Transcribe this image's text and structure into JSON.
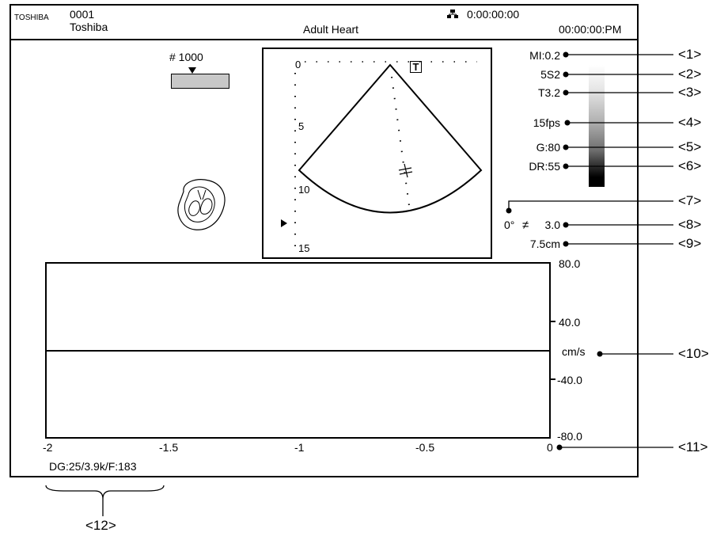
{
  "header": {
    "maker": "TOSHIBA",
    "patient_id": "0001",
    "patient_name": "Toshiba",
    "preset": "Adult Heart",
    "timer": "0:00:00:00",
    "clock": "00:00:00:PM"
  },
  "frame_marker": {
    "label": "# 1000"
  },
  "sector": {
    "depth_ticks": [
      "0",
      "5",
      "10",
      "15"
    ],
    "probe_mark": "T"
  },
  "params": {
    "mi": "MI:0.2",
    "probe": "5S2",
    "thi": "T3.2",
    "fps": "15fps",
    "gain": "G:80",
    "dr": "DR:55",
    "angle": "0°",
    "angle_value": "3.0",
    "depth": "7.5cm",
    "velocity_unit": "cm/s"
  },
  "doppler": {
    "y_ticks": [
      "80.0",
      "40.0",
      "-40.0",
      "-80.0"
    ],
    "x_ticks": [
      "-2",
      "-1.5",
      "-1",
      "-0.5",
      "0"
    ],
    "info": "DG:25/3.9k/F:183"
  },
  "callouts": [
    "<1>",
    "<2>",
    "<3>",
    "<4>",
    "<5>",
    "<6>",
    "<7>",
    "<8>",
    "<9>",
    "<10>",
    "<11>",
    "<12>"
  ],
  "colors": {
    "line": "#000000",
    "marker_fill": "#c8c8c8",
    "background": "#ffffff"
  }
}
